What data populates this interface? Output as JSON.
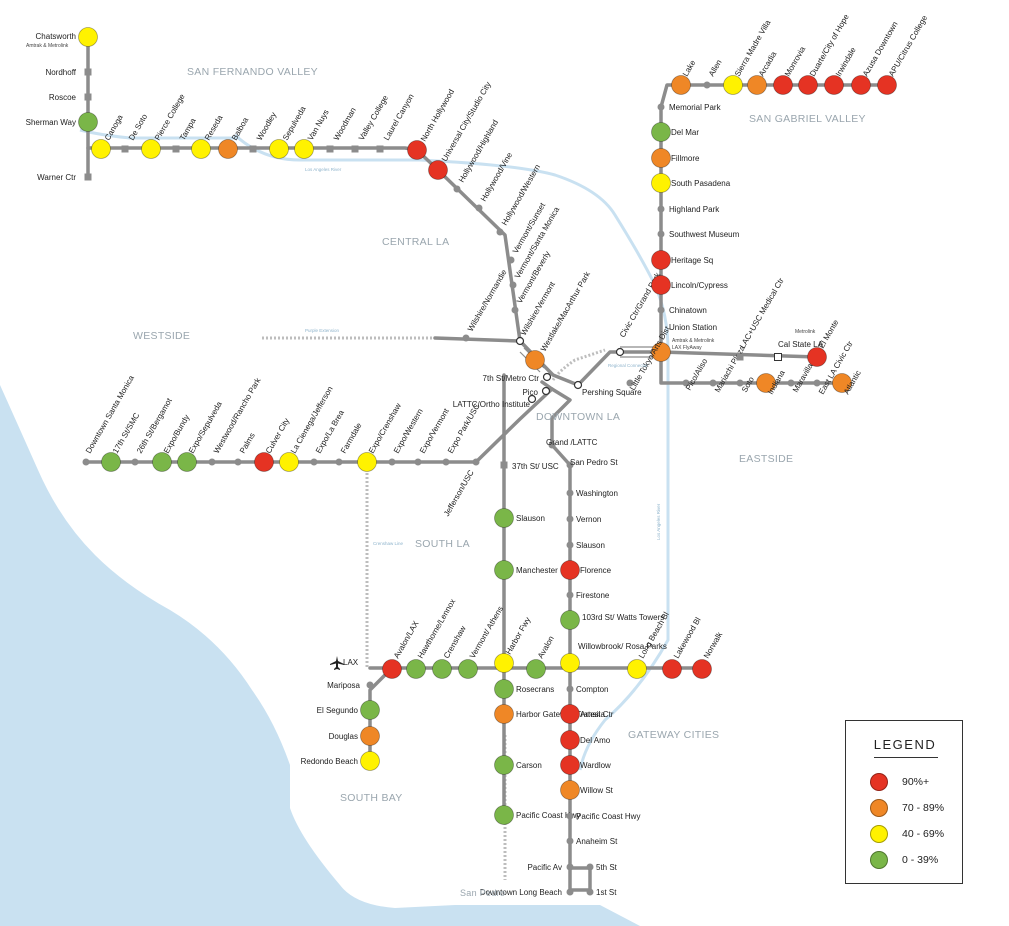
{
  "colors": {
    "red": "#e53323",
    "orange": "#ef8726",
    "yellow": "#fff200",
    "green": "#7ab648",
    "line": "#8c8c8c",
    "water": "#c9e1f1",
    "river": "#bcd8ec"
  },
  "regions": [
    "SAN FERNANDO VALLEY",
    "SAN GABRIEL VALLEY",
    "CENTRAL LA",
    "WESTSIDE",
    "DOWNTOWN LA",
    "EASTSIDE",
    "SOUTH LA",
    "SOUTH BAY",
    "GATEWAY CITIES"
  ],
  "notes": {
    "amtrak_metrolink": "Amtrak & Metrolink",
    "flyaway": "LAX FlyAway",
    "amtrak_metrolink_2": "Amtrak & Metrolink",
    "metrolink": "Metrolink",
    "lax": "LAX"
  },
  "river_labels": [
    "Los Angeles River",
    "Los Angeles River",
    "Crenshaw Line",
    "Regional Connector",
    "Purple Extension",
    "San Pedro"
  ],
  "stations": [
    {
      "name": "Chatsworth",
      "level": "yellow"
    },
    {
      "name": "Nordhoff",
      "level": "none"
    },
    {
      "name": "Roscoe",
      "level": "none"
    },
    {
      "name": "Sherman Way",
      "level": "green"
    },
    {
      "name": "Warner Ctr",
      "level": "none"
    },
    {
      "name": "Canoga",
      "level": "yellow"
    },
    {
      "name": "De Soto",
      "level": "none"
    },
    {
      "name": "Pierce College",
      "level": "yellow"
    },
    {
      "name": "Tampa",
      "level": "none"
    },
    {
      "name": "Reseda",
      "level": "yellow"
    },
    {
      "name": "Balboa",
      "level": "orange"
    },
    {
      "name": "Woodley",
      "level": "none"
    },
    {
      "name": "Sepulveda",
      "level": "yellow"
    },
    {
      "name": "Van Nuys",
      "level": "yellow"
    },
    {
      "name": "Woodman",
      "level": "none"
    },
    {
      "name": "Valley College",
      "level": "none"
    },
    {
      "name": "Laurel Canyon",
      "level": "none"
    },
    {
      "name": "North Hollywood",
      "level": "red"
    },
    {
      "name": "Universal City/Studio City",
      "level": "red"
    },
    {
      "name": "Hollywood/Highland",
      "level": "none"
    },
    {
      "name": "Hollywood/Vine",
      "level": "none"
    },
    {
      "name": "Hollywood/Western",
      "level": "none"
    },
    {
      "name": "Vermont/Sunset",
      "level": "none"
    },
    {
      "name": "Vermont/Santa Monica",
      "level": "none"
    },
    {
      "name": "Vermont/Beverly",
      "level": "none"
    },
    {
      "name": "Wilshire/Vermont",
      "level": "none"
    },
    {
      "name": "Wilshire/Normandie",
      "level": "none"
    },
    {
      "name": "Westlake/MacArthur Park",
      "level": "orange"
    },
    {
      "name": "7th St/Metro Ctr",
      "level": "none"
    },
    {
      "name": "Pershing Square",
      "level": "none"
    },
    {
      "name": "Civic Ctr/Grand Park",
      "level": "none"
    },
    {
      "name": "Union Station",
      "level": "orange"
    },
    {
      "name": "Pico",
      "level": "none"
    },
    {
      "name": "LATTC/Ortho Institute",
      "level": "none"
    },
    {
      "name": "Grand /LATTC",
      "level": "none"
    },
    {
      "name": "San Pedro St",
      "level": "none"
    },
    {
      "name": "Little Tokyo/Arts Dist",
      "level": "none"
    },
    {
      "name": "Pico/Aliso",
      "level": "none"
    },
    {
      "name": "Mariachi Plaza",
      "level": "none"
    },
    {
      "name": "Soto",
      "level": "none"
    },
    {
      "name": "Indiana",
      "level": "orange"
    },
    {
      "name": "Maravilla",
      "level": "none"
    },
    {
      "name": "East LA Civic Ctr",
      "level": "none"
    },
    {
      "name": "Atlantic",
      "level": "orange"
    },
    {
      "name": "LAC+USC Medical Ctr",
      "level": "none"
    },
    {
      "name": "Cal State LA",
      "level": "none"
    },
    {
      "name": "El Monte",
      "level": "red"
    },
    {
      "name": "Chinatown",
      "level": "none"
    },
    {
      "name": "Lincoln/Cypress",
      "level": "red"
    },
    {
      "name": "Heritage Sq",
      "level": "red"
    },
    {
      "name": "Southwest Museum",
      "level": "none"
    },
    {
      "name": "Highland Park",
      "level": "none"
    },
    {
      "name": "South Pasadena",
      "level": "yellow"
    },
    {
      "name": "Fillmore",
      "level": "orange"
    },
    {
      "name": "Del Mar",
      "level": "green"
    },
    {
      "name": "Memorial Park",
      "level": "none"
    },
    {
      "name": "Lake",
      "level": "orange"
    },
    {
      "name": "Allen",
      "level": "none"
    },
    {
      "name": "Sierra Madre Villa",
      "level": "yellow"
    },
    {
      "name": "Arcadia",
      "level": "orange"
    },
    {
      "name": "Monrovia",
      "level": "red"
    },
    {
      "name": "Duarte/City of Hope",
      "level": "red"
    },
    {
      "name": "Irwindale",
      "level": "red"
    },
    {
      "name": "Azusa Downtown",
      "level": "red"
    },
    {
      "name": "APU/Citrus College",
      "level": "red"
    },
    {
      "name": "Downtown Santa Monica",
      "level": "none"
    },
    {
      "name": "17th St/SMC",
      "level": "green"
    },
    {
      "name": "26th St/Bergamot",
      "level": "none"
    },
    {
      "name": "Expo/Bundy",
      "level": "green"
    },
    {
      "name": "Expo/Sepulveda",
      "level": "green"
    },
    {
      "name": "Westwood/Rancho Park",
      "level": "none"
    },
    {
      "name": "Palms",
      "level": "none"
    },
    {
      "name": "Culver City",
      "level": "red"
    },
    {
      "name": "La Cienega/Jefferson",
      "level": "yellow"
    },
    {
      "name": "Expo/La Brea",
      "level": "none"
    },
    {
      "name": "Farmdale",
      "level": "none"
    },
    {
      "name": "Expo/Crenshaw",
      "level": "yellow"
    },
    {
      "name": "Expo/Western",
      "level": "none"
    },
    {
      "name": "Expo/Vermont",
      "level": "none"
    },
    {
      "name": "Expo Park/USC",
      "level": "none"
    },
    {
      "name": "Jefferson/USC",
      "level": "none"
    },
    {
      "name": "37th St/ USC",
      "level": "none"
    },
    {
      "name": "Slauson",
      "level": "green"
    },
    {
      "name": "Manchester",
      "level": "green"
    },
    {
      "name": "Harbor Fwy",
      "level": "yellow"
    },
    {
      "name": "Rosecrans",
      "level": "green"
    },
    {
      "name": "Harbor Gateway Transit Ctr",
      "level": "orange"
    },
    {
      "name": "Carson",
      "level": "green"
    },
    {
      "name": "Pacific Coast Hwy",
      "level": "green"
    },
    {
      "name": "Washington",
      "level": "none"
    },
    {
      "name": "Vernon",
      "level": "none"
    },
    {
      "name": "Slauson",
      "level": "none"
    },
    {
      "name": "Florence",
      "level": "red"
    },
    {
      "name": "Firestone",
      "level": "none"
    },
    {
      "name": "103rd St/ Watts Towers",
      "level": "green"
    },
    {
      "name": "Willowbrook/ Rosa Parks",
      "level": "yellow"
    },
    {
      "name": "Compton",
      "level": "none"
    },
    {
      "name": "Artesia",
      "level": "red"
    },
    {
      "name": "Del Amo",
      "level": "red"
    },
    {
      "name": "Wardlow",
      "level": "red"
    },
    {
      "name": "Willow St",
      "level": "orange"
    },
    {
      "name": "Pacific Coast Hwy",
      "level": "none"
    },
    {
      "name": "Anaheim St",
      "level": "none"
    },
    {
      "name": "5th St",
      "level": "none"
    },
    {
      "name": "Pacific Av",
      "level": "none"
    },
    {
      "name": "1st St",
      "level": "none"
    },
    {
      "name": "Downtown Long Beach",
      "level": "none"
    },
    {
      "name": "Avalon/LAX",
      "level": "red"
    },
    {
      "name": "Hawthorne/Lennox",
      "level": "green"
    },
    {
      "name": "Crenshaw",
      "level": "green"
    },
    {
      "name": "Vermont/ Athens",
      "level": "green"
    },
    {
      "name": "Avalon",
      "level": "green"
    },
    {
      "name": "Long Beach Bl",
      "level": "yellow"
    },
    {
      "name": "Lakewood Bl",
      "level": "red"
    },
    {
      "name": "Norwalk",
      "level": "red"
    },
    {
      "name": "Mariposa",
      "level": "none"
    },
    {
      "name": "El Segundo",
      "level": "green"
    },
    {
      "name": "Douglas",
      "level": "orange"
    },
    {
      "name": "Redondo Beach",
      "level": "yellow"
    }
  ],
  "legend": {
    "title": "LEGEND",
    "items": [
      {
        "label": "90%+",
        "color": "#e53323"
      },
      {
        "label": "70 - 89%",
        "color": "#ef8726"
      },
      {
        "label": "40 - 69%",
        "color": "#fff200"
      },
      {
        "label": "0 - 39%",
        "color": "#7ab648"
      }
    ]
  }
}
